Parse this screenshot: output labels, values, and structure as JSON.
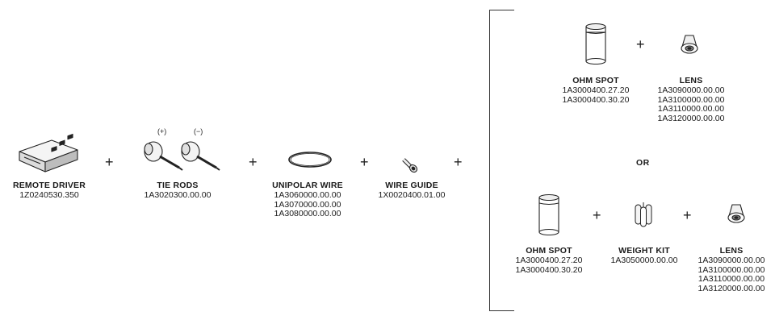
{
  "left_row": {
    "remote_driver": {
      "label": "REMOTE DRIVER",
      "code": "1Z0240530.350"
    },
    "tie_rods": {
      "label": "TIE RODS",
      "code": "1A3020300.00.00",
      "plus_mark": "(+)",
      "minus_mark": "(−)"
    },
    "unipolar_wire": {
      "label": "UNIPOLAR WIRE",
      "codes": [
        "1A3060000.00.00",
        "1A3070000.00.00",
        "1A3080000.00.00"
      ]
    },
    "wire_guide": {
      "label": "WIRE GUIDE",
      "code": "1X0020400.01.00"
    }
  },
  "operators": {
    "plus": "+",
    "or": "OR"
  },
  "option_a": {
    "ohm_spot": {
      "label": "OHM SPOT",
      "codes": [
        "1A3000400.27.20",
        "1A3000400.30.20"
      ]
    },
    "lens": {
      "label": "LENS",
      "codes": [
        "1A3090000.00.00",
        "1A3100000.00.00",
        "1A3110000.00.00",
        "1A3120000.00.00"
      ]
    }
  },
  "option_b": {
    "ohm_spot": {
      "label": "OHM SPOT",
      "codes": [
        "1A3000400.27.20",
        "1A3000400.30.20"
      ]
    },
    "weight_kit": {
      "label": "WEIGHT KIT",
      "code": "1A3050000.00.00"
    },
    "lens": {
      "label": "LENS",
      "codes": [
        "1A3090000.00.00",
        "1A3100000.00.00",
        "1A3110000.00.00",
        "1A3120000.00.00"
      ]
    }
  }
}
